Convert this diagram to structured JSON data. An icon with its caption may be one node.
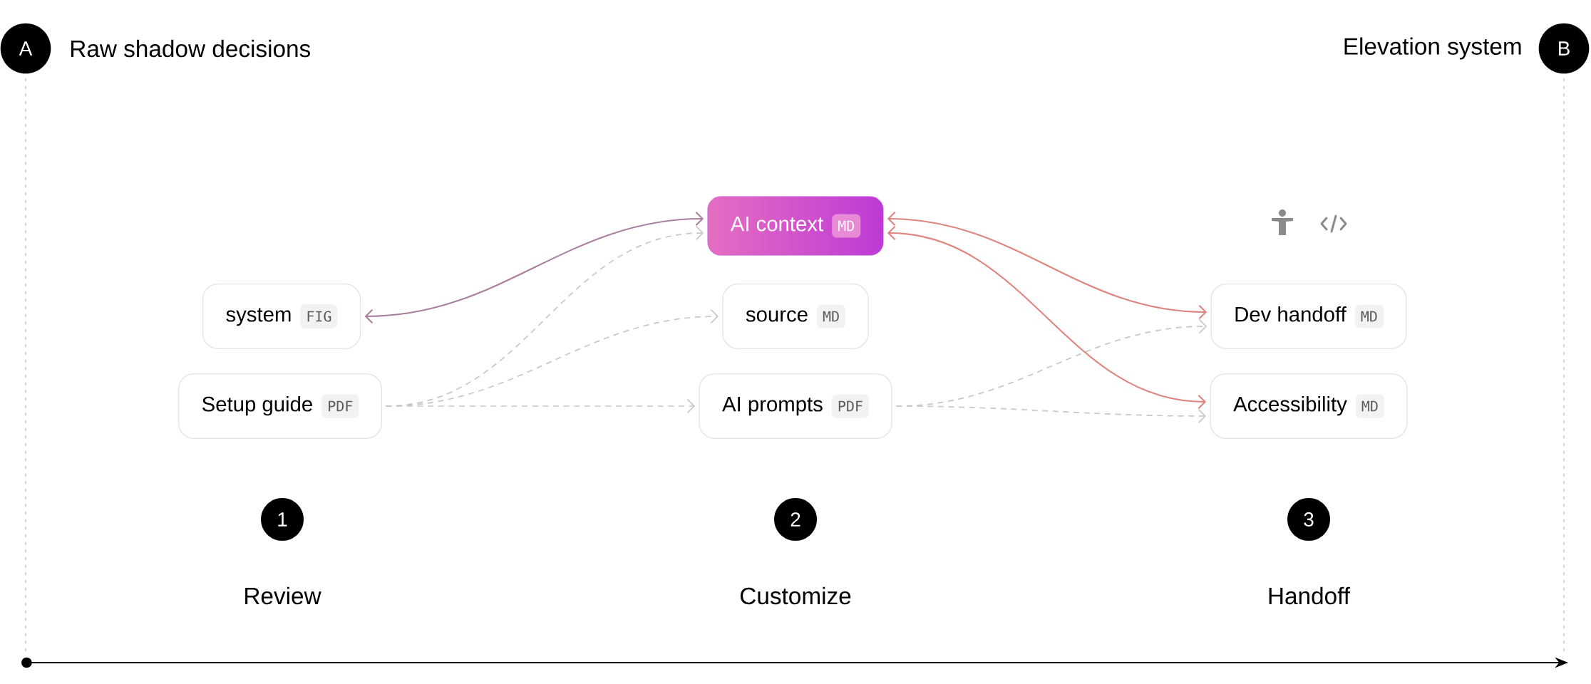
{
  "diagram": {
    "nodes": [
      {
        "text": [
          "A"
        ],
        "beside": [
          "Raw shadow decisions"
        ]
      },
      {
        "text": [
          "B"
        ],
        "beside": [
          "Elevation system"
        ]
      },
      {
        "text": [
          "AI context",
          "MD"
        ]
      },
      {
        "text": [
          "system",
          "FIG"
        ]
      },
      {
        "text": [
          "Setup guide",
          "PDF"
        ]
      },
      {
        "text": [
          "source",
          "MD"
        ]
      },
      {
        "text": [
          "AI prompts",
          "PDF"
        ]
      },
      {
        "text": [
          "Dev handoff",
          "MD"
        ]
      },
      {
        "text": [
          "Accessibility",
          "MD"
        ]
      },
      {
        "text": [
          "1"
        ],
        "beside": [
          "Review"
        ]
      },
      {
        "text": [
          "2"
        ],
        "beside": [
          "Customize"
        ]
      },
      {
        "text": [
          "3"
        ],
        "beside": [
          "Handoff"
        ]
      }
    ],
    "edges": [
      {
        "from": 2,
        "to": 3,
        "arrow": "both",
        "color": "#a9809f"
      },
      {
        "from": 4,
        "to": 2,
        "arrow": "to",
        "style": "dashed"
      },
      {
        "from": 4,
        "to": 5,
        "arrow": "to",
        "style": "dashed"
      },
      {
        "from": 4,
        "to": 6,
        "arrow": "to",
        "style": "dashed"
      },
      {
        "from": 6,
        "to": 7,
        "arrow": "to",
        "style": "dashed"
      },
      {
        "from": 6,
        "to": 8,
        "arrow": "to",
        "style": "dashed"
      },
      {
        "from": 2,
        "to": 7,
        "arrow": "both",
        "color": "#de8580"
      },
      {
        "from": 2,
        "to": 8,
        "arrow": "both",
        "color": "#de8580"
      }
    ]
  }
}
